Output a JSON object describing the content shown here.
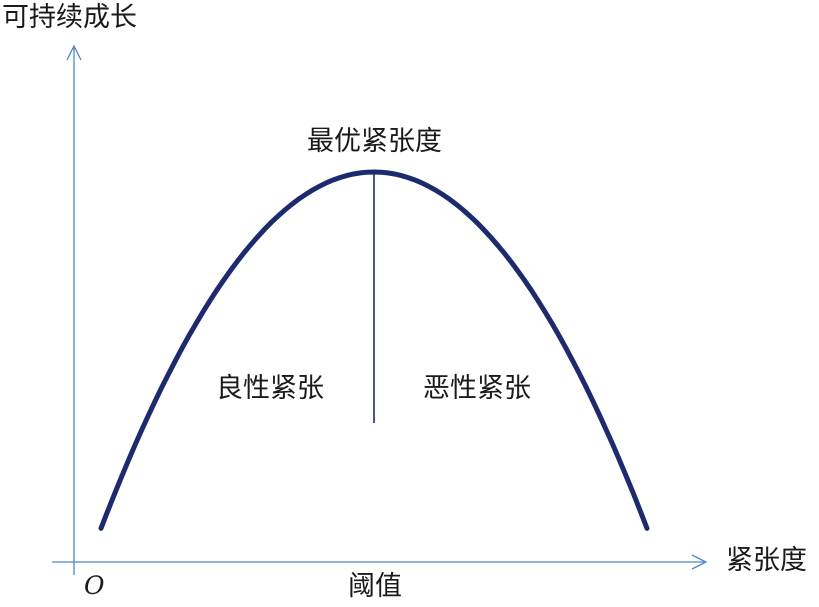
{
  "labels": {
    "y_axis": "可持续成长",
    "x_axis": "紧张度",
    "origin": "O",
    "peak": "最优紧张度",
    "benign": "良性紧张",
    "malignant": "恶性紧张",
    "threshold": "阈值"
  },
  "colors": {
    "axis": "#4f86c6",
    "curve": "#1c2a6e",
    "divider": "#1c2a6e",
    "text": "#1a1a1a"
  },
  "curve": {
    "shape": "inverted-parabola",
    "start_height": 0.08,
    "peak_height": 1.0,
    "end_height": 0.08
  }
}
